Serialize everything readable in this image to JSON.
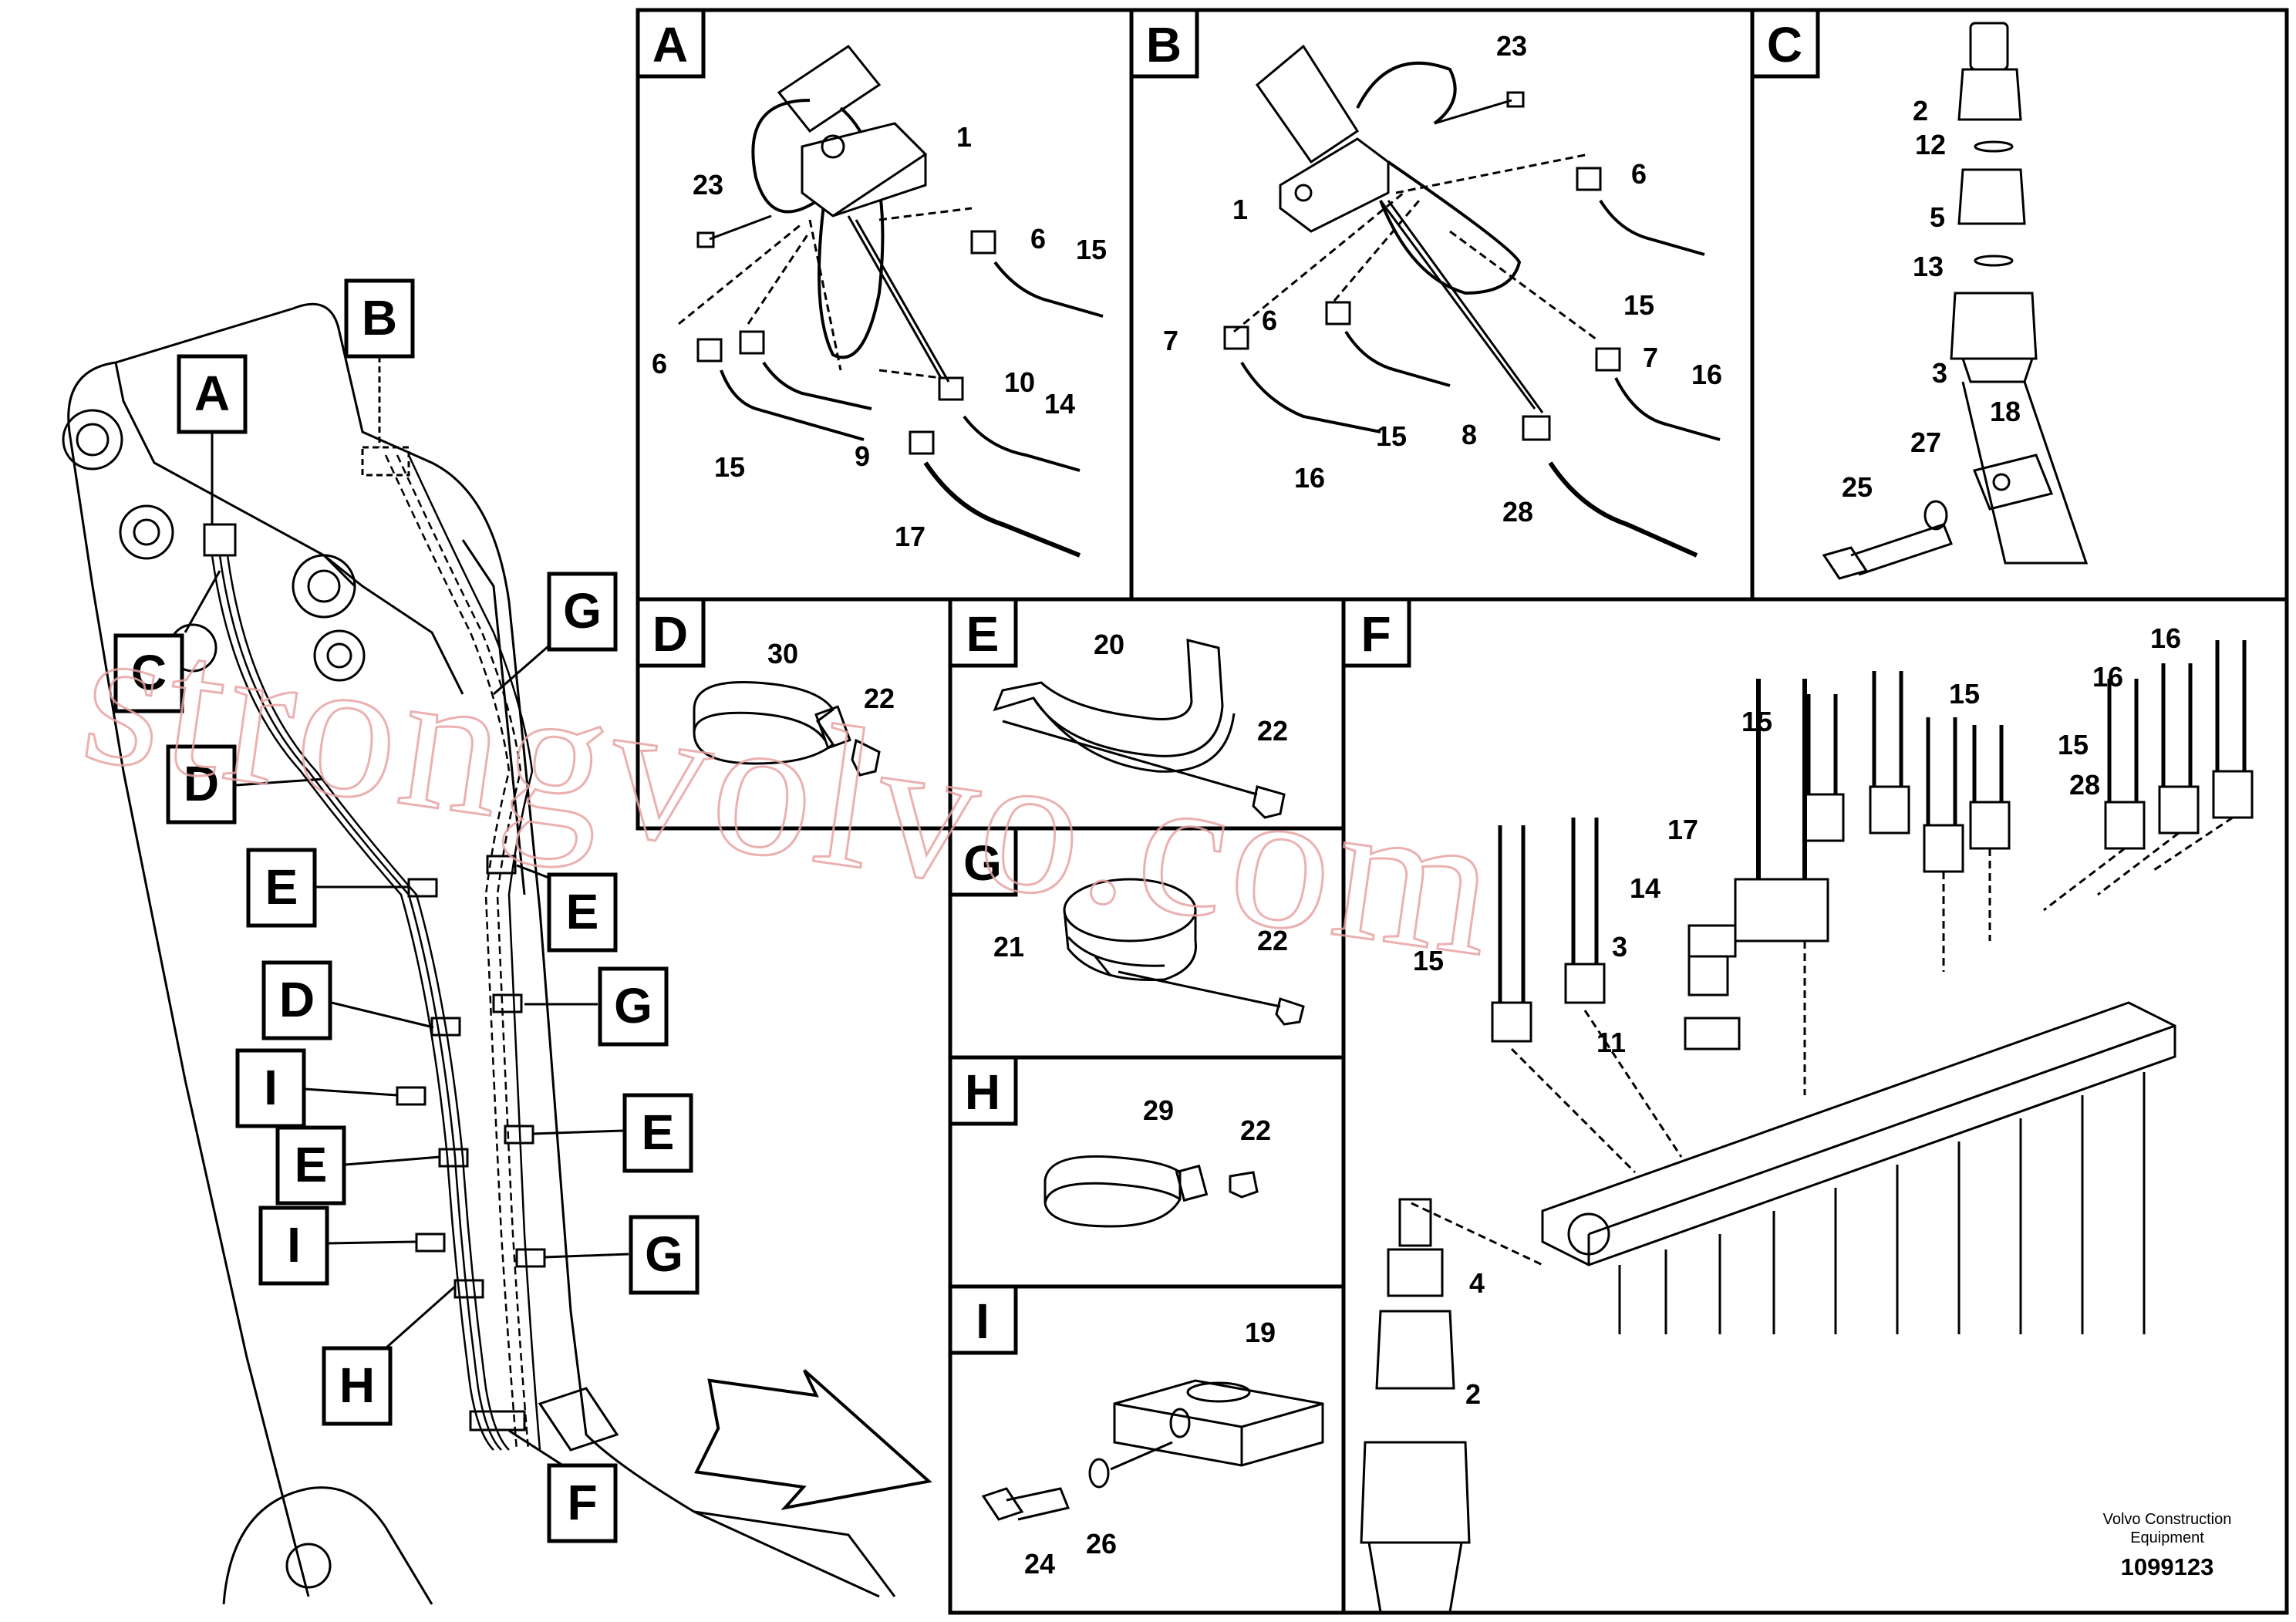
{
  "watermark": "strongvolvo.com",
  "footer": {
    "brand_line1": "Volvo Construction",
    "brand_line2": "Equipment",
    "drawing_number": "1099123"
  },
  "overview": {
    "callouts": [
      "A",
      "B",
      "C",
      "D",
      "E",
      "E",
      "D",
      "I",
      "E",
      "I",
      "H",
      "G",
      "G",
      "E",
      "G",
      "F"
    ]
  },
  "panels": {
    "A": {
      "title": "A",
      "labels": [
        "1",
        "23",
        "6",
        "15",
        "6",
        "15",
        "10",
        "14",
        "9",
        "17"
      ]
    },
    "B": {
      "title": "B",
      "labels": [
        "23",
        "1",
        "6",
        "15",
        "7",
        "6",
        "15",
        "16",
        "7",
        "16",
        "8",
        "28"
      ]
    },
    "C": {
      "title": "C",
      "labels": [
        "2",
        "12",
        "5",
        "13",
        "3",
        "18",
        "27",
        "25"
      ]
    },
    "D": {
      "title": "D",
      "labels": [
        "30",
        "22"
      ]
    },
    "E": {
      "title": "E",
      "labels": [
        "20",
        "22"
      ]
    },
    "F": {
      "title": "F",
      "labels": [
        "16",
        "16",
        "15",
        "15",
        "15",
        "28",
        "17",
        "14",
        "3",
        "15",
        "11",
        "4",
        "2"
      ]
    },
    "G": {
      "title": "G",
      "labels": [
        "21",
        "22"
      ]
    },
    "H": {
      "title": "H",
      "labels": [
        "29",
        "22"
      ]
    },
    "I": {
      "title": "I",
      "labels": [
        "19",
        "24",
        "26"
      ]
    }
  }
}
